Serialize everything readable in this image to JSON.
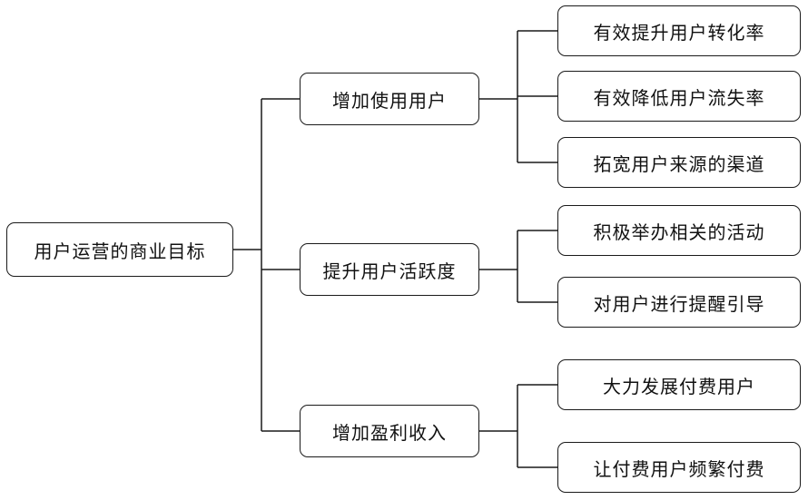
{
  "diagram": {
    "root": {
      "label": "用户运营的商业目标"
    },
    "branches": [
      {
        "label": "增加使用用户",
        "children": [
          {
            "label": "有效提升用户转化率"
          },
          {
            "label": "有效降低用户流失率"
          },
          {
            "label": "拓宽用户来源的渠道"
          }
        ]
      },
      {
        "label": "提升用户活跃度",
        "children": [
          {
            "label": "积极举办相关的活动"
          },
          {
            "label": "对用户进行提醒引导"
          }
        ]
      },
      {
        "label": "增加盈利收入",
        "children": [
          {
            "label": "大力发展付费用户"
          },
          {
            "label": "让付费用户频繁付费"
          }
        ]
      }
    ],
    "colors": {
      "stroke": "#1a1a1a",
      "background": "#ffffff",
      "text": "#111111"
    }
  }
}
